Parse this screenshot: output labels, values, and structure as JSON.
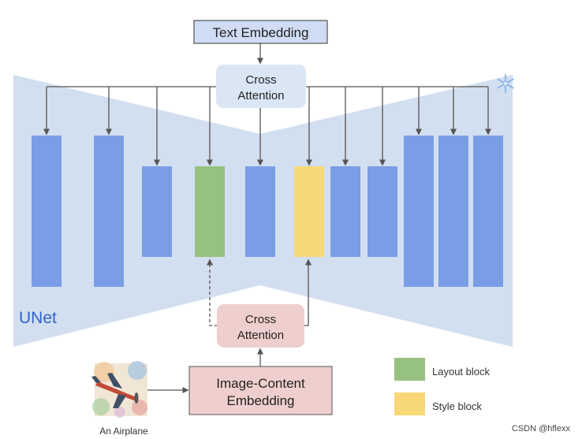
{
  "text_embedding": {
    "label": "Text Embedding"
  },
  "cross_attention_top": {
    "line1": "Cross",
    "line2": "Attention"
  },
  "cross_attention_bottom": {
    "line1": "Cross",
    "line2": "Attention"
  },
  "unet": {
    "label": "UNet"
  },
  "image_content": {
    "line1": "Image-Content",
    "line2": "Embedding"
  },
  "image_caption": "An Airplane",
  "legend": {
    "layout": "Layout block",
    "style": "Style block"
  },
  "watermark": "CSDN @hflexx",
  "colors": {
    "unet_bg": "#d2dff0",
    "block_blue": "#7a9ee6",
    "layout_green": "#97c17f",
    "style_yellow": "#f8d876",
    "text_emb_fill": "#cfdcf4",
    "cross_top_fill": "#dbe6f5",
    "cross_bottom_fill": "#efcfcd",
    "image_emb_fill": "#efcfcd",
    "unet_text": "#2f62c8"
  },
  "icons": {
    "frozen": "snowflake-icon",
    "image": "airplane-painting"
  }
}
